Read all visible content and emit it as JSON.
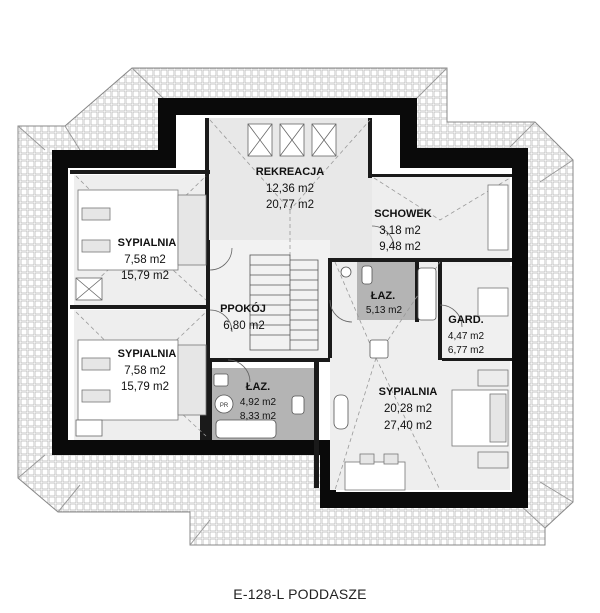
{
  "caption": "E-128-L PODDASZE",
  "rooms": {
    "rekreacja": {
      "name": "REKREACJA",
      "area1": "12,36 m2",
      "area2": "20,77 m2"
    },
    "schowek": {
      "name": "SCHOWEK",
      "area1": "3,18 m2",
      "area2": "9,48 m2"
    },
    "sypialnia_a": {
      "name": "SYPIALNIA",
      "area1": "7,58 m2",
      "area2": "15,79 m2"
    },
    "sypialnia_b": {
      "name": "SYPIALNIA",
      "area1": "7,58 m2",
      "area2": "15,79 m2"
    },
    "pokoj": {
      "name": "PPOKÓJ",
      "area1": "6,80 m2"
    },
    "lazienka_small": {
      "name": "ŁAZ.",
      "area1": "5,13 m2"
    },
    "lazienka_big": {
      "name": "ŁAZ.",
      "area1": "4,92 m2",
      "area2": "8,33 m2"
    },
    "garderoba": {
      "name": "GARD.",
      "area1": "4,47 m2",
      "area2": "6,77 m2"
    },
    "sypialnia_main": {
      "name": "SYPIALNIA",
      "area1": "20,28 m2",
      "area2": "27,40 m2"
    }
  },
  "fixture_labels": {
    "washer": "PR"
  },
  "colors": {
    "wall": "#0a0a0a",
    "floor": "#eeeeee",
    "bathroom": "#b4b4b4",
    "roof_tile": "#c8c8c8"
  }
}
